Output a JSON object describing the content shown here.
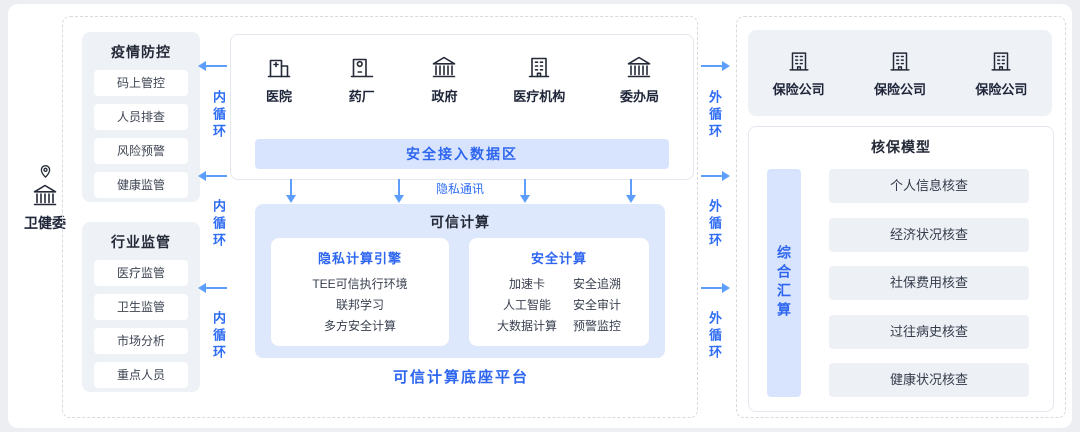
{
  "colors": {
    "accent": "#2e66f0",
    "arrow": "#5d9efc",
    "light_blue_fill": "#d8e4fd"
  },
  "health_commission": {
    "label": "卫健委"
  },
  "left": {
    "epidemic": {
      "title": "疫情防控",
      "items": [
        "码上管控",
        "人员排查",
        "风险预警",
        "健康监管"
      ]
    },
    "industry": {
      "title": "行业监管",
      "items": [
        "医疗监管",
        "卫生监管",
        "市场分析",
        "重点人员"
      ]
    }
  },
  "loops": {
    "inner": "内循环",
    "outer": "外循环"
  },
  "center": {
    "orgs": [
      {
        "label": "医院",
        "icon": "hospital-icon"
      },
      {
        "label": "药厂",
        "icon": "pharmacy-icon"
      },
      {
        "label": "政府",
        "icon": "government-icon"
      },
      {
        "label": "医疗机构",
        "icon": "medical-institution-icon"
      },
      {
        "label": "委办局",
        "icon": "bureau-icon"
      }
    ],
    "secure_access_bar": "安全接入数据区",
    "privacy_comm_label": "隐私通讯",
    "trusted": {
      "title": "可信计算",
      "privacy_engine": {
        "title": "隐私计算引擎",
        "items": [
          "TEE可信执行环境",
          "联邦学习",
          "多方安全计算"
        ]
      },
      "secure_compute": {
        "title": "安全计算",
        "col1": [
          "加速卡",
          "人工智能",
          "大数据计算"
        ],
        "col2": [
          "安全追溯",
          "安全审计",
          "预警监控"
        ]
      }
    },
    "platform_label": "可信计算底座平台"
  },
  "right": {
    "insurers": [
      {
        "label": "保险公司"
      },
      {
        "label": "保险公司"
      },
      {
        "label": "保险公司"
      }
    ],
    "underwriting": {
      "title": "核保模型",
      "side_label": "综合汇算",
      "items": [
        "个人信息核查",
        "经济状况核查",
        "社保费用核查",
        "过往病史核查",
        "健康状况核查"
      ]
    }
  }
}
